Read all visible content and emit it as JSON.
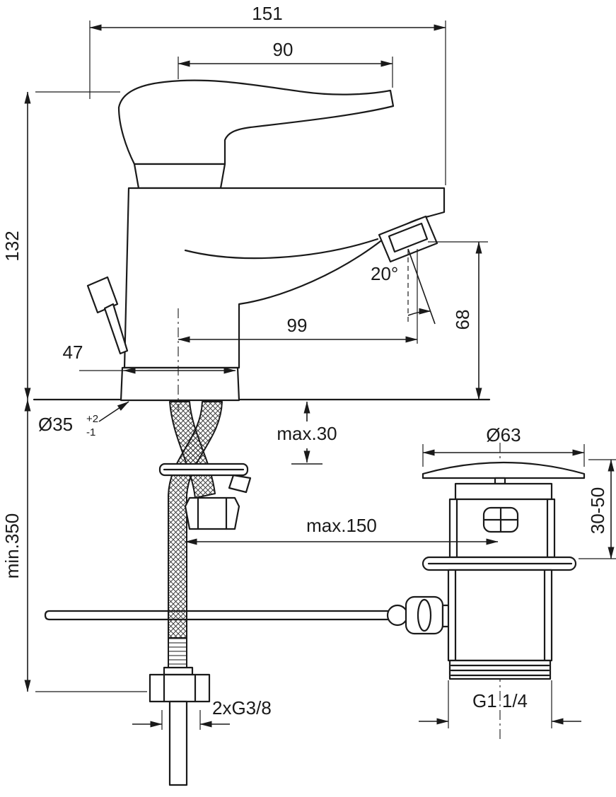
{
  "page": {
    "background": "#ffffff",
    "line_color": "#1a1a1a"
  },
  "drawing": {
    "type": "technical-dimension-drawing",
    "subject": "single-lever basin mixer with flexible supply hoses and pop-up waste",
    "labels": {
      "overall_width": "151",
      "handle_span": "90",
      "height_above_deck": "132",
      "spout_reach": "99",
      "spout_outlet_height": "68",
      "base_width": "47",
      "spout_angle": "20°",
      "mounting_hole": "Ø35",
      "mounting_hole_tol_plus": "+2",
      "mounting_hole_tol_minus": "-1",
      "deck_thickness": "max.30",
      "waste_cap_diameter": "Ø63",
      "waste_adjust_range": "30-50",
      "rod_reach": "max.150",
      "clearance_below": "min.350",
      "supply_connection": "2xG3/8",
      "waste_connection": "G1 1/4"
    }
  }
}
